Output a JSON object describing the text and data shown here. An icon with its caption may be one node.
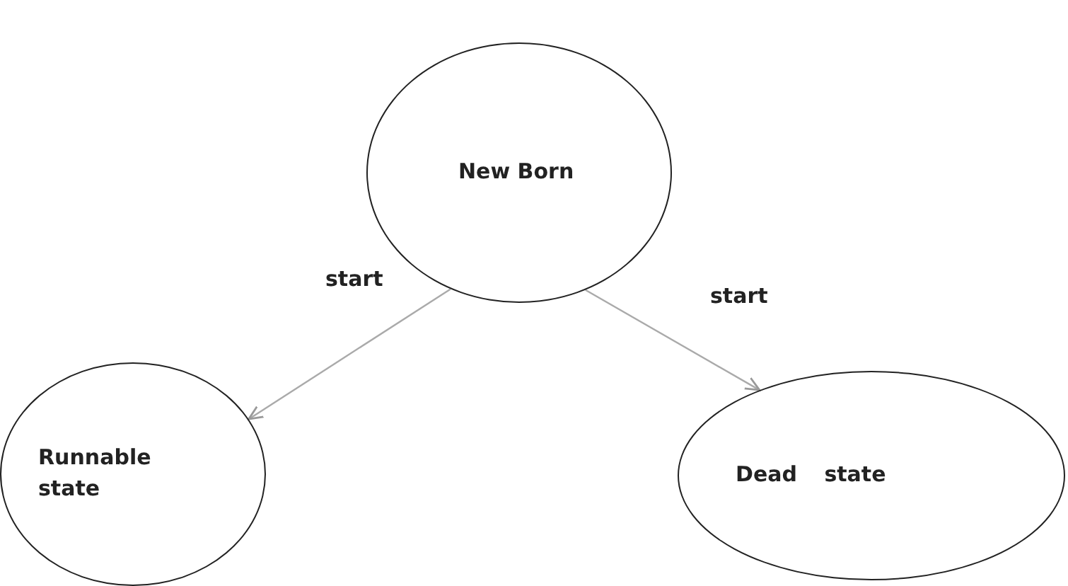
{
  "diagram": {
    "nodes": [
      {
        "text": [
          "New Born"
        ]
      },
      {
        "text": [
          "Runnable state"
        ]
      },
      {
        "text": [
          "Dead state"
        ]
      }
    ],
    "edges": [
      {
        "from": 0,
        "to": 1,
        "arrow": "to",
        "label": "start"
      },
      {
        "from": 0,
        "to": 2,
        "arrow": "to",
        "label": "start"
      }
    ]
  }
}
